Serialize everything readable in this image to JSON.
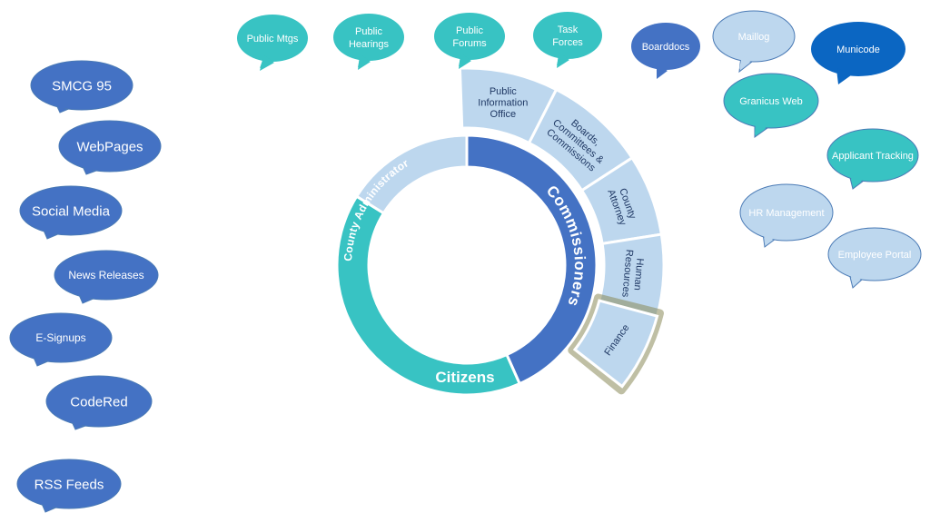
{
  "colors": {
    "dark_blue": "#4472c4",
    "teal": "#38c3c3",
    "light_blue": "#bdd7ee",
    "light_blue_stroke": "#4a7ab5",
    "municode_blue": "#0b66c2",
    "highlight": "#8a8a5a",
    "text_dark": "#1f3864"
  },
  "ring": {
    "commissioners": "Commissioners",
    "citizens": "Citizens",
    "county_administrator": "County Administrator"
  },
  "outer_segments": {
    "public_information_office": [
      "Public",
      "Information",
      "Office"
    ],
    "boards_committees_commissions": [
      "Boards,",
      "Committees &",
      "Commissions"
    ],
    "county_attorney": [
      "County",
      "Attorney"
    ],
    "human_resources": [
      "Human",
      "Resources"
    ],
    "finance": [
      "Finance"
    ]
  },
  "bubbles": {
    "public_mtgs": [
      "Public Mtgs"
    ],
    "public_hearings": [
      "Public",
      "Hearings"
    ],
    "public_forums": [
      "Public",
      "Forums"
    ],
    "task_forces": [
      "Task",
      "Forces"
    ],
    "boarddocs": [
      "Boarddocs"
    ],
    "maillog": [
      "Maillog"
    ],
    "municode": [
      "Municode"
    ],
    "granicus_web": [
      "Granicus Web"
    ],
    "applicant_tracking": [
      "Applicant Tracking"
    ],
    "hr_management": [
      "HR Management"
    ],
    "employee_portal": [
      "Employee Portal"
    ],
    "smcg_95": [
      "SMCG 95"
    ],
    "webpages": [
      "WebPages"
    ],
    "social_media": [
      "Social Media"
    ],
    "news_releases": [
      "News Releases"
    ],
    "e_signups": [
      "E-Signups"
    ],
    "codered": [
      "CodeRed"
    ],
    "rss_feeds": [
      "RSS Feeds"
    ]
  }
}
